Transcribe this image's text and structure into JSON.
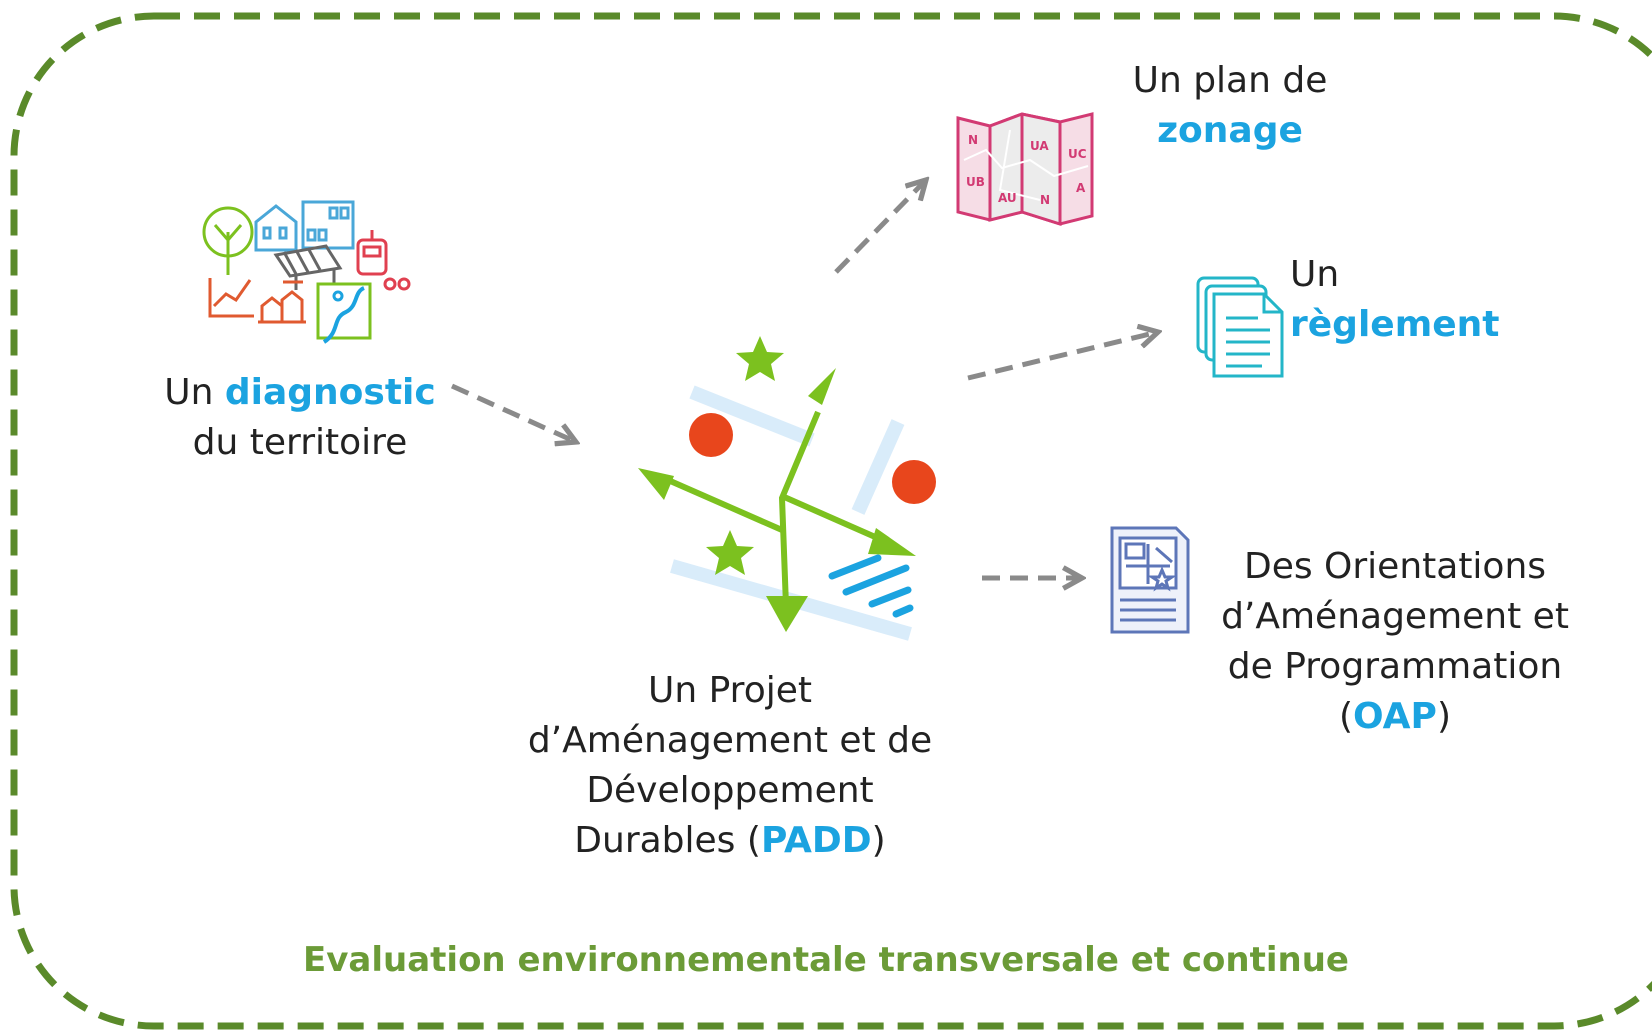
{
  "diagnostic": {
    "prefix": "Un ",
    "keyword": "diagnostic",
    "line2": "du territoire"
  },
  "zonage": {
    "line1": "Un plan de",
    "keyword": "zonage"
  },
  "reglement": {
    "prefix": "Un ",
    "keyword": "règlement"
  },
  "padd": {
    "line1": "Un Projet",
    "line2": "d’Aménagement et de",
    "line3": "Développement",
    "line4_prefix": "Durables (",
    "keyword": "PADD",
    "line4_suffix": ")"
  },
  "oap": {
    "line1": "Des Orientations",
    "line2": "d’Aménagement et",
    "line3": "de Programmation",
    "open": "(",
    "keyword": "OAP",
    "close": ")"
  },
  "map_labels": {
    "n1": "N",
    "ub": "UB",
    "ua": "UA",
    "au": "AU",
    "uc": "UC",
    "n2": "N",
    "a": "A"
  },
  "footer": "Evaluation environnementale transversale et continue",
  "colors": {
    "frame": "#5a8a2a",
    "keyword": "#1ba3e0",
    "footer": "#6b9b37",
    "arrow": "#8a8a8a",
    "padd_green": "#7cc11f",
    "padd_red": "#e8461c",
    "map": "#d23a73",
    "doc": "#23b6c8",
    "oap_icon": "#5d76b8"
  }
}
